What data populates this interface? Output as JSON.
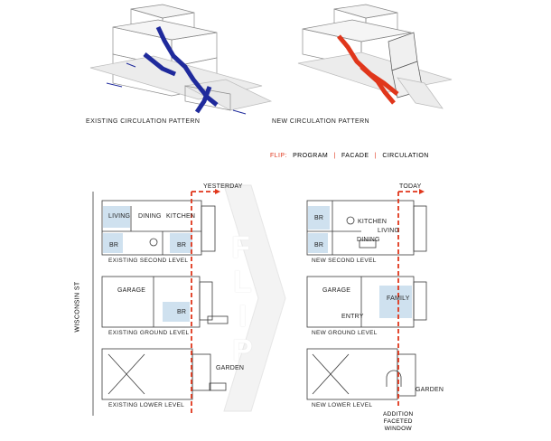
{
  "isometric": {
    "existing_caption": "EXISTING CIRCULATION PATTERN",
    "new_caption": "NEW CIRCULATION PATTERN",
    "existing_color": "#1f2a9c",
    "new_color": "#e0361b"
  },
  "legend": {
    "flip": "FLIP:",
    "program": "PROGRAM",
    "facade": "FACADE",
    "circulation": "CIRCULATION",
    "sep": "|",
    "flip_color": "#e0361b"
  },
  "center_word": [
    "F",
    "L",
    "I",
    "P"
  ],
  "street": "WISCONSIN ST",
  "existing": {
    "timeline": "YESTERDAY",
    "levels": {
      "second": "EXISTING SECOND LEVEL",
      "ground": "EXISTING GROUND LEVEL",
      "lower": "EXISTING LOWER LEVEL"
    },
    "rooms": {
      "living": "LIVING",
      "dining": "DINING",
      "kitchen": "KITCHEN",
      "br1": "BR",
      "br2": "BR",
      "garage": "GARAGE",
      "br3": "BR",
      "garden": "GARDEN"
    }
  },
  "new": {
    "timeline": "TODAY",
    "levels": {
      "second": "NEW SECOND LEVEL",
      "ground": "NEW GROUND LEVEL",
      "lower": "NEW LOWER LEVEL"
    },
    "rooms": {
      "br1": "BR",
      "br2": "BR",
      "kitchen": "KITCHEN",
      "living": "LIVING",
      "dining": "DINING",
      "garage": "GARAGE",
      "family": "FAMILY",
      "entry": "ENTRY",
      "garden": "GARDEN"
    },
    "addition": [
      "ADDITION",
      "FACETED",
      "WINDOW"
    ]
  },
  "colors": {
    "program_fill": "#cfe1ef",
    "line": "#3a3a3a",
    "dash": "#e0361b"
  }
}
